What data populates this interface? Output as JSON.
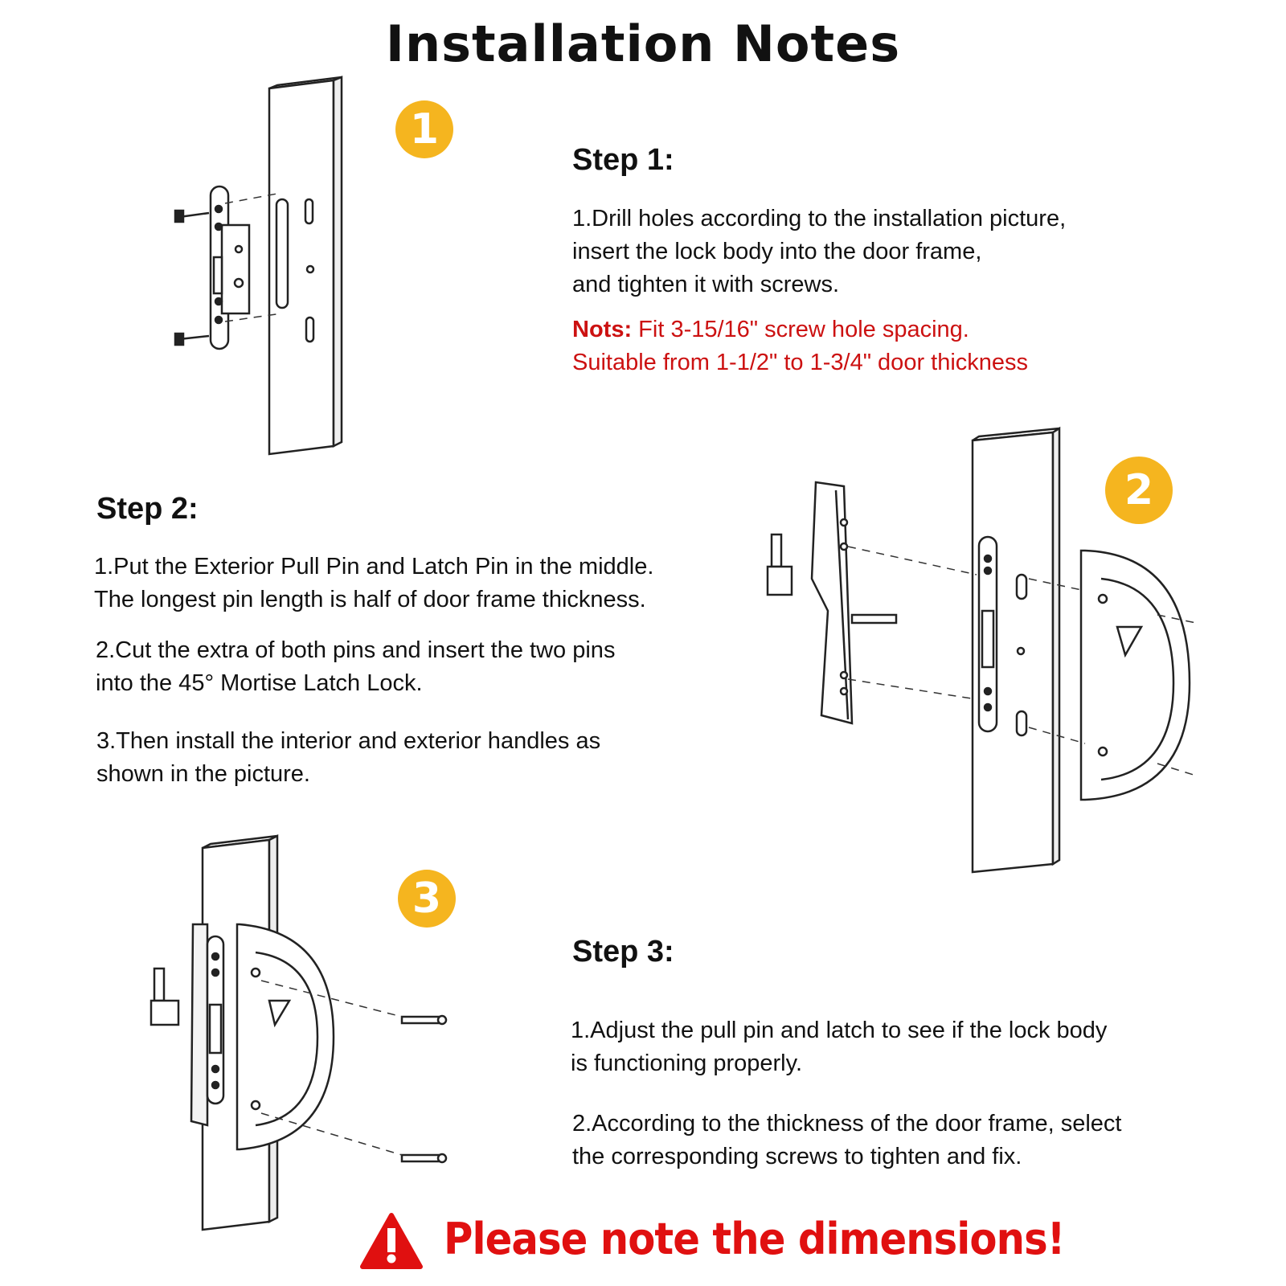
{
  "title": "Installation Notes",
  "badges": [
    "1",
    "2",
    "3"
  ],
  "step1": {
    "heading": "Step 1:",
    "lines": [
      "1.Drill holes according to the installation picture,",
      "insert the lock body into the door frame,",
      "and tighten it with screws."
    ],
    "notes_label": "Nots:",
    "notes_lines": [
      "Fit 3-15/16\" screw hole spacing.",
      "Suitable from 1-1/2\" to 1-3/4\" door thickness"
    ]
  },
  "step2": {
    "heading": "Step 2:",
    "item1": [
      "1.Put the Exterior Pull Pin and Latch Pin in the middle.",
      "The longest pin length is half of door frame thickness."
    ],
    "item2": [
      "2.Cut the extra of both pins and insert the two pins",
      "into the 45° Mortise Latch Lock."
    ],
    "item3": [
      "3.Then install the interior and exterior handles as",
      "shown in the picture."
    ]
  },
  "step3": {
    "heading": "Step 3:",
    "item1": [
      "1.Adjust the pull pin and latch to see if the lock body",
      "is functioning properly."
    ],
    "item2": [
      "2.According to the thickness of the door frame, select",
      "the corresponding screws to tighten and fix."
    ]
  },
  "warning": {
    "text": "Please note the dimensions!",
    "icon": "warning-triangle-icon"
  },
  "colors": {
    "badge": "#f5b51f",
    "note_red": "#cc1111",
    "warning_red": "#e01010"
  }
}
